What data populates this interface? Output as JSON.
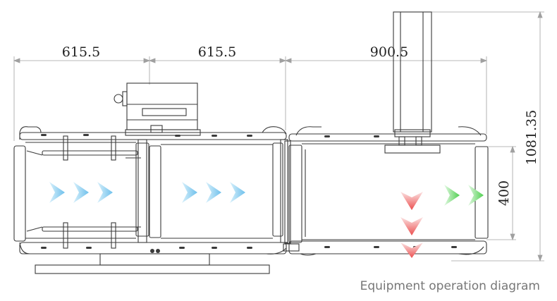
{
  "dimensions": {
    "width_left": "615.5",
    "width_middle": "615.5",
    "width_right": "900.5",
    "total_height": "1081.35",
    "conveyor_height": "400"
  },
  "caption": "Equipment operation diagram",
  "colors": {
    "line": "#3a3a3a",
    "dim_line": "#9a9a9a",
    "arrow_blue": "#7ec8ee",
    "arrow_red": "#ee5a5a",
    "arrow_green": "#5dd65d"
  }
}
